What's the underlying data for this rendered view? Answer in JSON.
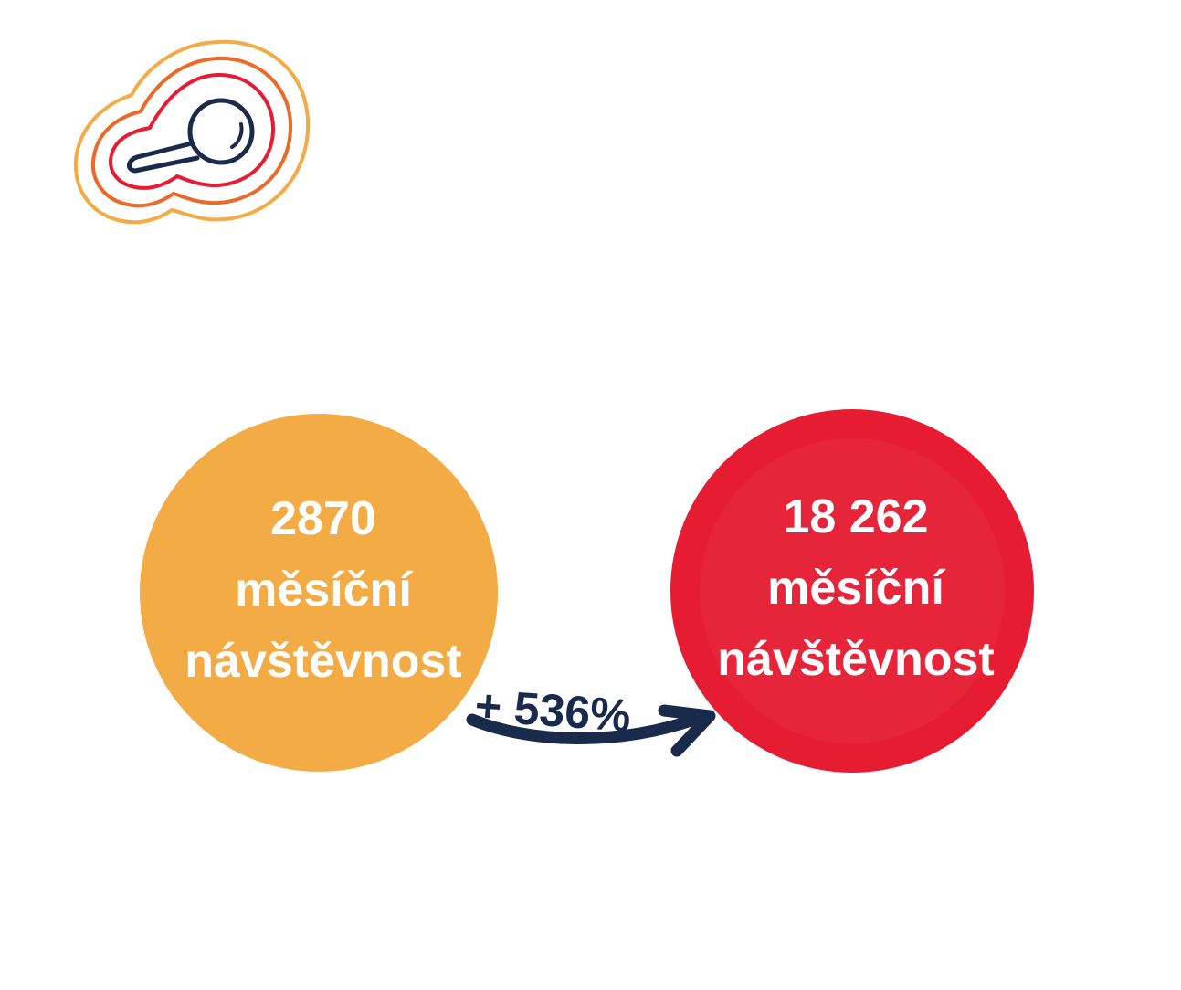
{
  "logo": {
    "icon": "magnifier-rings-logo",
    "colors": {
      "outer": "#f3ab45",
      "middle": "#ea6a2a",
      "inner": "#e51c32",
      "magnifier": "#1a2a4a"
    }
  },
  "before": {
    "value": "2870",
    "line1": "měsíční",
    "line2": "návštěvnost",
    "color": "#f3ab45"
  },
  "after": {
    "value": "18 262",
    "line1": "měsíční",
    "line2": "návštěvnost",
    "color": "#e51c32"
  },
  "change": {
    "label": "+ 536%",
    "icon": "curved-arrow-right-icon",
    "color": "#1a2a4a"
  }
}
